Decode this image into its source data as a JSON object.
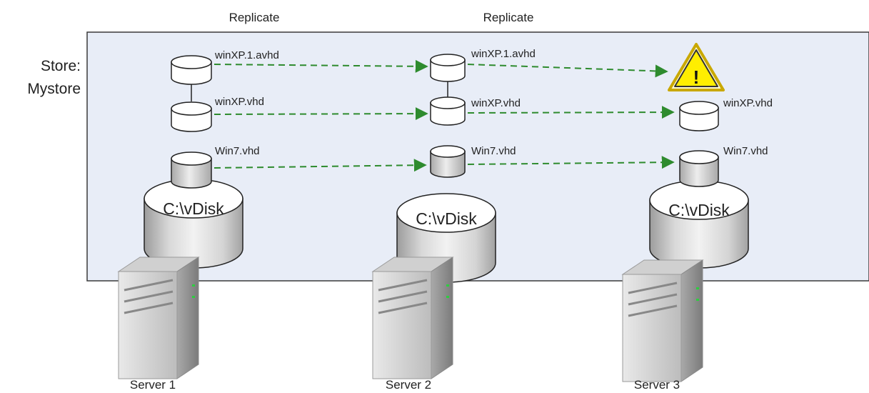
{
  "store": {
    "line1": "Store:",
    "line2": "Mystore"
  },
  "replicate_labels": [
    "Replicate",
    "Replicate"
  ],
  "disk_label": "C:\\vDisk",
  "servers": [
    "Server 1",
    "Server 2",
    "Server 3"
  ],
  "files": {
    "avhd": "winXP.1.avhd",
    "winxp": "winXP.vhd",
    "win7": "Win7.vhd"
  },
  "warning_symbol": "!",
  "icons": {
    "disk": "disk-cylinder-icon",
    "server": "server-tower-icon",
    "warning": "warning-triangle-icon"
  },
  "colors": {
    "store_bg": "#e8edf7",
    "arrow": "#2e8b2e",
    "warning_fill": "#ffee00"
  }
}
